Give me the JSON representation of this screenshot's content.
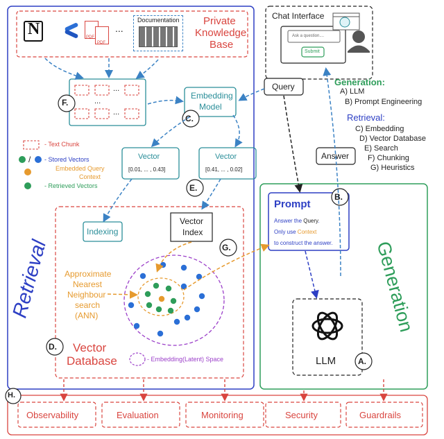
{
  "private_kb": {
    "title_line1": "Private",
    "title_line2": "Knowledge",
    "title_line3": "Base",
    "notion_glyph": "N",
    "pdf_label": "PDF",
    "ellipsis": "...",
    "doc_label": "Documentation"
  },
  "chunks": {
    "label": "F.",
    "ellipsis": "..."
  },
  "embedding_model": {
    "line1": "Embedding",
    "line2": "Model",
    "label": "C."
  },
  "vector_left": {
    "title": "Vector",
    "values": "[0.01, ... , 0.43]"
  },
  "vector_right": {
    "title": "Vector",
    "values": "[0.41, ... , 0.02]"
  },
  "label_e": "E.",
  "legend": {
    "text_chunk": "- Text Chunk",
    "slash": "/",
    "stored_vectors": "- Stored Vectors",
    "embedded_query_line1": "Embedded Query",
    "embedded_query_line2": "Context",
    "retrieved_vectors": "- Retrieved Vectors"
  },
  "vector_db": {
    "indexing": "Indexing",
    "vector_index_line1": "Vector",
    "vector_index_line2": "Index",
    "ann_line1": "Approximate",
    "ann_line2": "Nearest",
    "ann_line3": "Neighbour",
    "ann_line4": "search",
    "ann_line5": "(ANN)",
    "label_g": "G.",
    "label_d": "D.",
    "title_line1": "Vector",
    "title_line2": "Database",
    "latent_space": "- Embedding(Latent) Space"
  },
  "retrieval_side_label": "Retrieval",
  "chat": {
    "title": "Chat Interface",
    "placeholder": "Ask a question....",
    "submit": "Submit"
  },
  "query_label": "Query",
  "answer_label": "Answer",
  "generation_list": {
    "heading": "Generation:",
    "items": [
      "A) LLM",
      "B) Prompt Engineering"
    ]
  },
  "retrieval_list": {
    "heading": "Retrieval:",
    "items": [
      "C) Embedding",
      "D) Vector Database",
      "E) Search",
      "F) Chunking",
      "G) Heuristics"
    ]
  },
  "prompt": {
    "title": "Prompt",
    "label_b": "B.",
    "line1_a": "Answer the ",
    "line1_b": "Query",
    "line1_c": ".",
    "line2_a": "Only use ",
    "line2_b": "Context",
    "line3": "to construct the answer."
  },
  "generation_side_label": "Generation",
  "llm": {
    "label": "LLM",
    "label_a": "A."
  },
  "ops": {
    "label_h": "H.",
    "items": [
      "Observability",
      "Evaluation",
      "Monitoring",
      "Security",
      "Guardrails"
    ]
  },
  "colors": {
    "red": "#d9453f",
    "teal": "#2a8e99",
    "green": "#2e9d5a",
    "blue": "#2d3fc4",
    "orange": "#e69a2e",
    "purple": "#9b3fc9"
  }
}
